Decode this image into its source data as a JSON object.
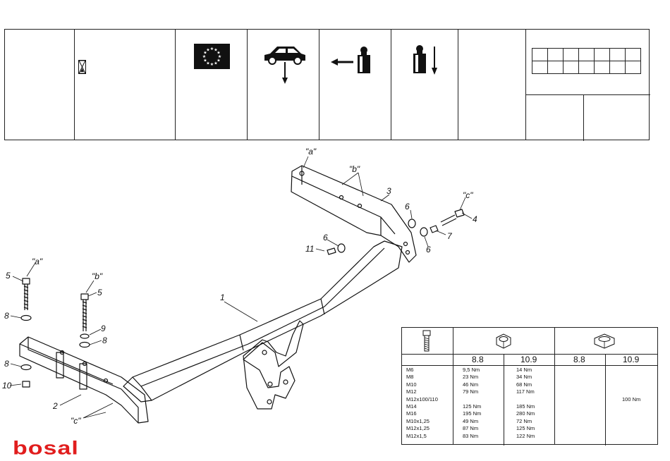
{
  "brand": {
    "logo_text": "bosal",
    "color": "#e11d1d"
  },
  "header_icons": [
    "hourglass-icon",
    "eu-flag-icon",
    "car-load-icon",
    "horizontal-load-icon",
    "vertical-load-icon"
  ],
  "callouts": {
    "part_numbers": [
      "1",
      "2",
      "3",
      "4",
      "5",
      "5",
      "6",
      "6",
      "6",
      "7",
      "8",
      "8",
      "8",
      "9",
      "10",
      "11"
    ],
    "refs": [
      "\"a\"",
      "\"b\"",
      "\"c\"",
      "\"a\"",
      "\"b\"",
      "\"c\""
    ]
  },
  "torque_table": {
    "grades_left": [
      "8.8",
      "10.9"
    ],
    "grades_right": [
      "8.8",
      "10.9"
    ],
    "rows": [
      {
        "size": "M6",
        "g88": "9,5 Nm",
        "g109": "14 Nm",
        "r109": ""
      },
      {
        "size": "M8",
        "g88": "23 Nm",
        "g109": "34 Nm",
        "r109": ""
      },
      {
        "size": "M10",
        "g88": "46 Nm",
        "g109": "68 Nm",
        "r109": ""
      },
      {
        "size": "M12",
        "g88": "79 Nm",
        "g109": "117 Nm",
        "r109": ""
      },
      {
        "size": "M12x100/110",
        "g88": "",
        "g109": "",
        "r109": "100 Nm"
      },
      {
        "size": "M14",
        "g88": "125 Nm",
        "g109": "185 Nm",
        "r109": ""
      },
      {
        "size": "M16",
        "g88": "195 Nm",
        "g109": "280 Nm",
        "r109": ""
      },
      {
        "size": "M10x1,25",
        "g88": "49 Nm",
        "g109": "72 Nm",
        "r109": ""
      },
      {
        "size": "M12x1,25",
        "g88": "87 Nm",
        "g109": "125 Nm",
        "r109": ""
      },
      {
        "size": "M12x1,5",
        "g88": "83 Nm",
        "g109": "122 Nm",
        "r109": ""
      }
    ]
  }
}
